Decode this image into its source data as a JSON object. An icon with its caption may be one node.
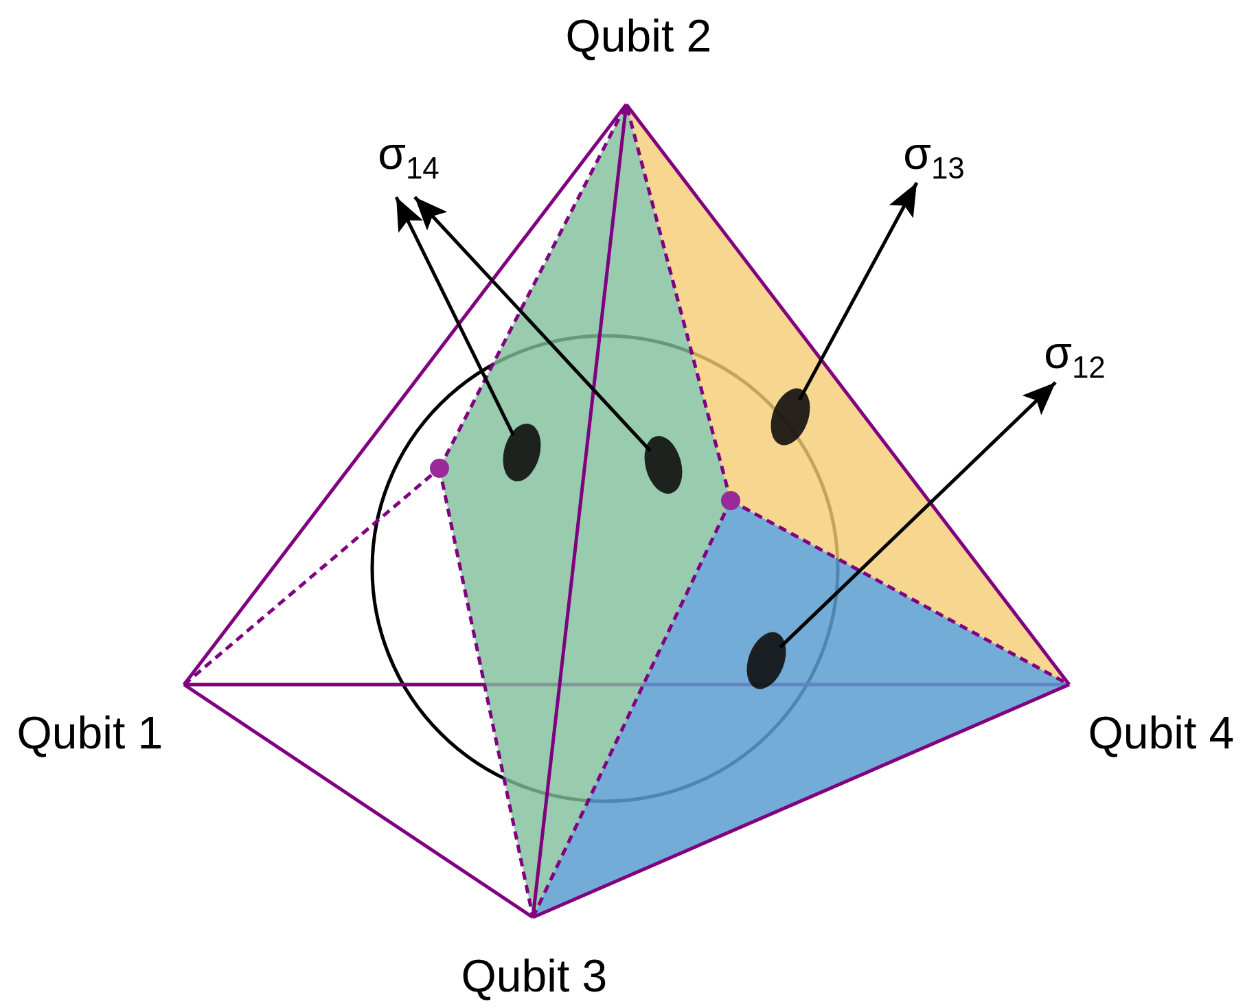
{
  "diagram": {
    "nodes": [
      {
        "text": [
          "σ$_{14}$"
        ]
      },
      {
        "text": [
          "σ$_{13}$"
        ]
      },
      {
        "text": [
          "σ$_{12}$"
        ]
      },
      {
        "text": [],
        "shape": "ellipse"
      },
      {
        "text": [],
        "shape": "ellipse"
      },
      {
        "text": [],
        "shape": "ellipse"
      },
      {
        "text": [],
        "shape": "ellipse"
      }
    ],
    "edges": [
      {
        "from": 3,
        "to": 0,
        "arrow": "to"
      },
      {
        "from": 4,
        "to": 0,
        "arrow": "to"
      },
      {
        "from": 5,
        "to": 1,
        "arrow": "to"
      },
      {
        "from": 6,
        "to": 2,
        "arrow": "to"
      }
    ],
    "labels": [
      "Qubit 2",
      "Qubit 1",
      "Qubit 4",
      "Qubit 3"
    ]
  }
}
